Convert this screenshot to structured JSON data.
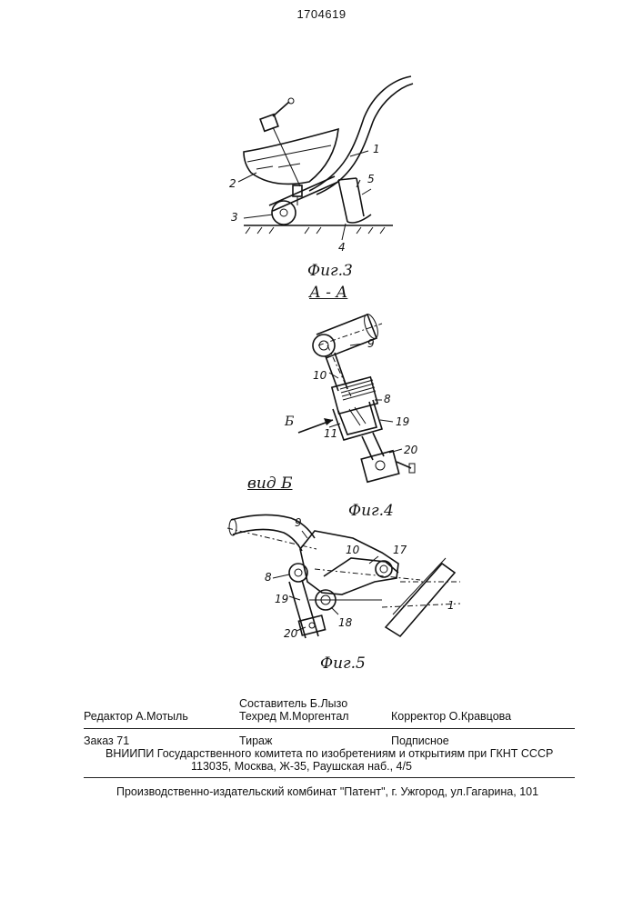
{
  "header": {
    "patent_number": "1704619"
  },
  "figures": {
    "fig3": {
      "caption": "Фиг.3",
      "labels": [
        "1",
        "2",
        "3",
        "4",
        "5"
      ]
    },
    "section": {
      "caption": "А - А"
    },
    "fig4": {
      "caption": "Фиг.4",
      "labels": [
        "9",
        "10",
        "8",
        "19",
        "11",
        "20"
      ],
      "arrow_label": "Б"
    },
    "fig5": {
      "view_caption": "вид Б",
      "caption": "Фиг.5",
      "labels": [
        "9",
        "10",
        "17",
        "8",
        "1",
        "19",
        "18",
        "20"
      ]
    }
  },
  "colophon": {
    "editor": "Редактор А.Мотыль",
    "compiler": "Составитель Б.Лызо",
    "techred": "Техред М.Моргентал",
    "corrector": "Корректор О.Кравцова",
    "order": "Заказ 71",
    "circulation": "Тираж",
    "subscription": "Подписное",
    "org": "ВНИИПИ Государственного комитета по изобретениям и открытиям при ГКНТ СССР",
    "address": "113035, Москва, Ж-35, Раушская наб., 4/5",
    "publisher": "Производственно-издательский комбинат \"Патент\", г. Ужгород, ул.Гагарина, 101"
  }
}
